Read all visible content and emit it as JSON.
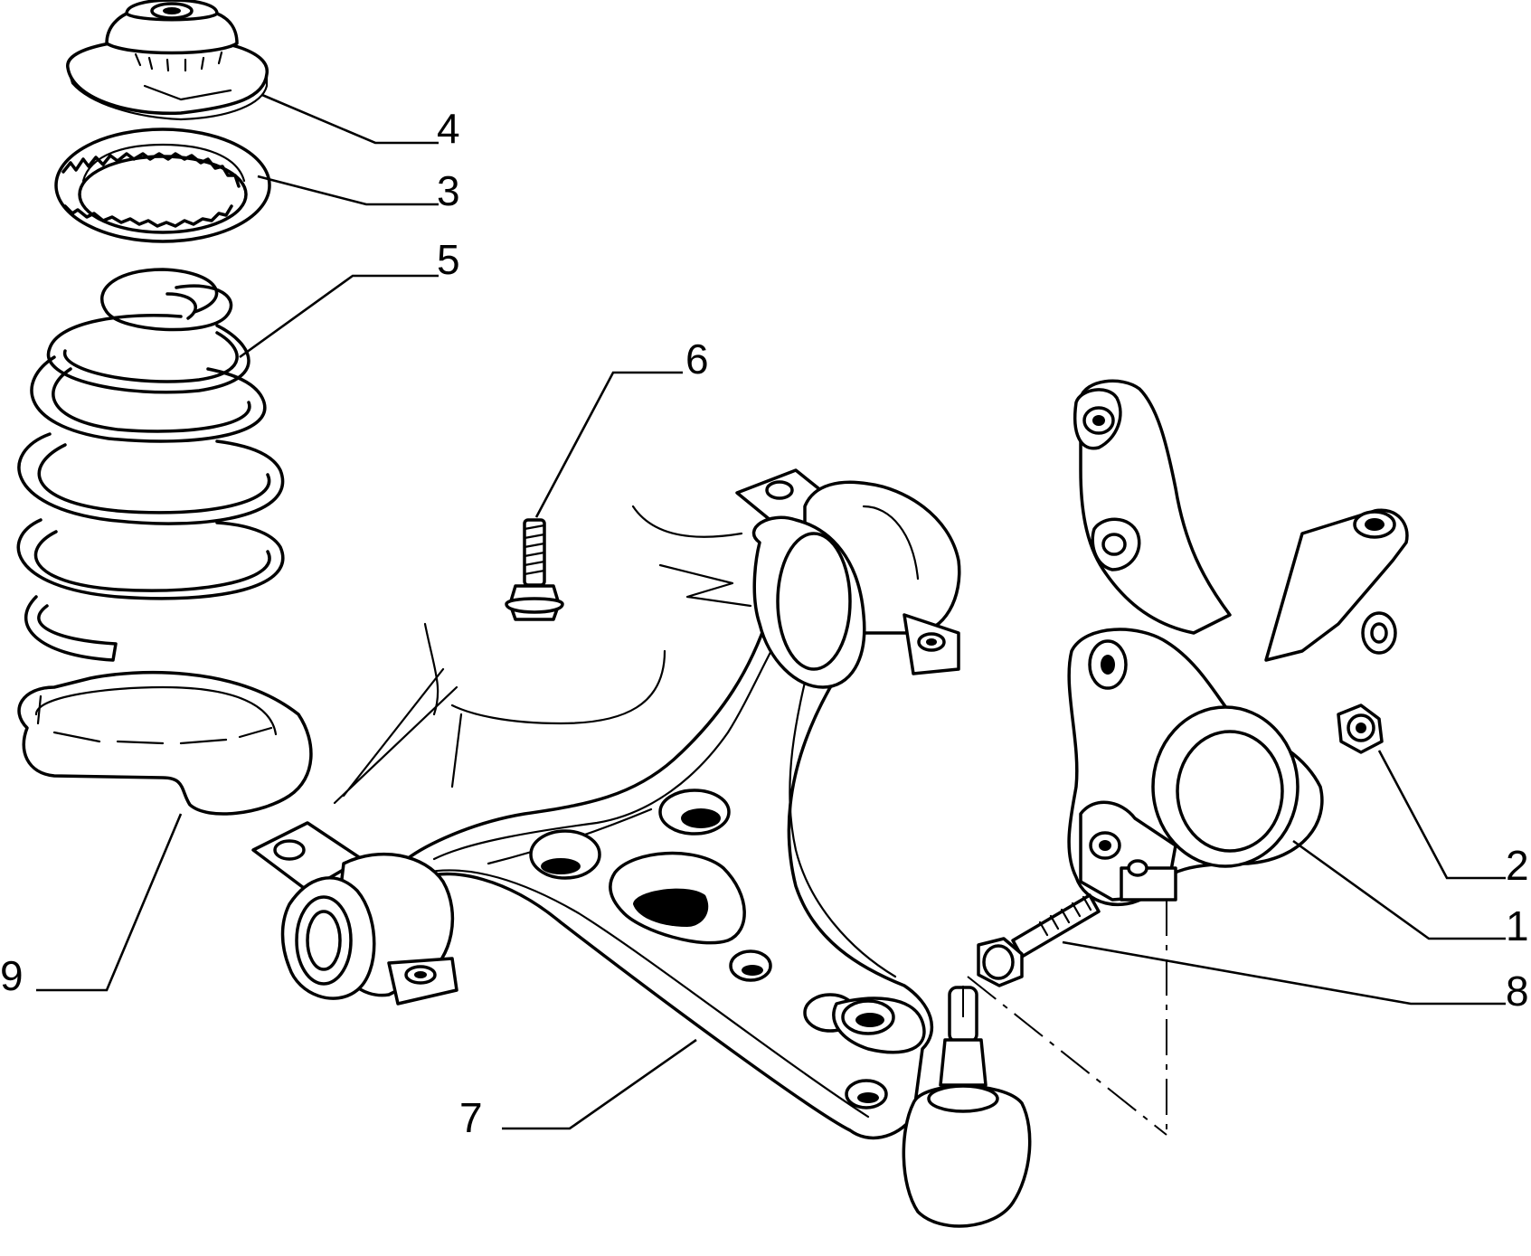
{
  "callouts": {
    "part_1": "1",
    "part_2": "2",
    "part_3": "3",
    "part_4": "4",
    "part_5": "5",
    "part_6": "6",
    "part_7": "7",
    "part_8": "8",
    "part_9": "9"
  },
  "parts": [
    {
      "key": "part_1",
      "component": "steering-knuckle"
    },
    {
      "key": "part_2",
      "component": "nut"
    },
    {
      "key": "part_3",
      "component": "spring-seat-ring"
    },
    {
      "key": "part_4",
      "component": "top-mount"
    },
    {
      "key": "part_5",
      "component": "coil-spring"
    },
    {
      "key": "part_6",
      "component": "bolt"
    },
    {
      "key": "part_7",
      "component": "lower-control-arm"
    },
    {
      "key": "part_8",
      "component": "pinch-bolt"
    },
    {
      "key": "part_9",
      "component": "lower-spring-seat"
    }
  ]
}
